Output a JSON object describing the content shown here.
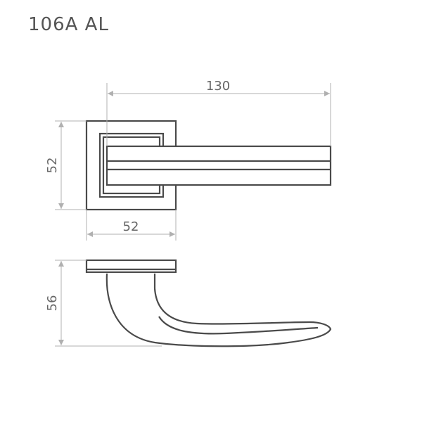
{
  "title": "106A  AL",
  "dimensions": {
    "lever_length": "130",
    "rose_height": "52",
    "rose_width": "52",
    "side_height": "56"
  },
  "colors": {
    "outline": "#4a4a4a",
    "dimension_line": "#b0b0b0",
    "text": "#666666"
  }
}
